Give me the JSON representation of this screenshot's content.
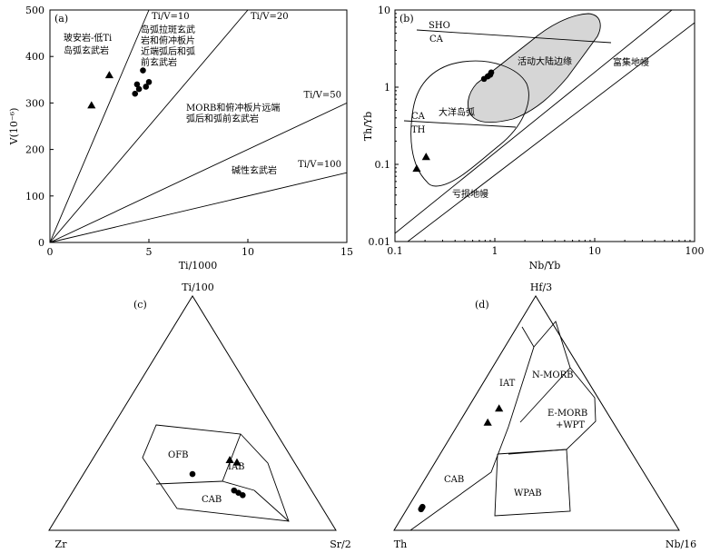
{
  "chart_data": [
    {
      "panel": "(a)",
      "type": "scatter",
      "xlabel": "Ti/1000",
      "ylabel": "V(10⁻⁶)",
      "xlim": [
        0,
        15
      ],
      "ylim": [
        0,
        500
      ],
      "xticks": [
        "0",
        "5",
        "10",
        "15"
      ],
      "yticks": [
        "0",
        "100",
        "200",
        "300",
        "400",
        "500"
      ],
      "ratio_lines": [
        {
          "label": "Ti/V=10",
          "ratio": 10
        },
        {
          "label": "Ti/V=20",
          "ratio": 20
        },
        {
          "label": "Ti/V=50",
          "ratio": 50
        },
        {
          "label": "Ti/V=100",
          "ratio": 100
        }
      ],
      "field_labels": [
        "玻安岩-低Ti岛弧玄武岩",
        "岛弧拉斑玄武岩和俯冲板片近端弧后和弧前玄武岩",
        "MORB和俯冲板片远端弧后和弧前玄武岩",
        "碱性玄武岩"
      ],
      "series": [
        {
          "marker": "triangle",
          "points": [
            [
              2.1,
              295
            ],
            [
              3.0,
              360
            ]
          ]
        },
        {
          "marker": "circle",
          "points": [
            [
              4.7,
              370
            ],
            [
              4.4,
              340
            ],
            [
              4.5,
              330
            ],
            [
              4.3,
              320
            ],
            [
              5.0,
              345
            ],
            [
              4.85,
              335
            ]
          ]
        }
      ]
    },
    {
      "panel": "(b)",
      "type": "scatter",
      "xlabel": "Nb/Yb",
      "ylabel": "Th/Yb",
      "xscale": "log",
      "yscale": "log",
      "xlim": [
        0.1,
        100
      ],
      "ylim": [
        0.01,
        10
      ],
      "xticks": [
        "0.1",
        "1",
        "10",
        "100"
      ],
      "yticks": [
        "0.01",
        "0.1",
        "1",
        "10"
      ],
      "field_labels": [
        "SHO",
        "CA",
        "CA",
        "TH",
        "活动大陆边缘",
        "大洋岛弧",
        "富集地幔",
        "亏损地幔"
      ],
      "series": [
        {
          "marker": "triangle",
          "points": [
            [
              0.165,
              0.088
            ],
            [
              0.205,
              0.125
            ]
          ]
        },
        {
          "marker": "circle",
          "points": [
            [
              0.78,
              1.28
            ],
            [
              0.85,
              1.38
            ],
            [
              0.9,
              1.45
            ],
            [
              0.92,
              1.55
            ]
          ]
        }
      ]
    },
    {
      "panel": "(c)",
      "type": "scatter",
      "ternary_apices": [
        "Ti/100",
        "Zr",
        "Sr/2"
      ],
      "field_labels": [
        "OFB",
        "IAB",
        "CAB"
      ],
      "series": [
        {
          "marker": "triangle",
          "points": [
            [
              0.3,
              0.22,
              0.48
            ],
            [
              0.29,
              0.2,
              0.51
            ]
          ]
        },
        {
          "marker": "circle",
          "points": [
            [
              0.24,
              0.38,
              0.38
            ],
            [
              0.17,
              0.27,
              0.56
            ],
            [
              0.16,
              0.26,
              0.58
            ],
            [
              0.15,
              0.25,
              0.6
            ]
          ]
        }
      ]
    },
    {
      "panel": "(d)",
      "type": "scatter",
      "ternary_apices": [
        "Hf/3",
        "Th",
        "Nb/16"
      ],
      "field_labels": [
        "IAT",
        "N-MORB",
        "E-MORB\n+WPT",
        "WPAB",
        "CAB"
      ],
      "series": [
        {
          "marker": "triangle",
          "points": [
            [
              0.52,
              0.37,
              0.11
            ],
            [
              0.46,
              0.44,
              0.1
            ]
          ]
        },
        {
          "marker": "circle",
          "points": [
            [
              0.1,
              0.85,
              0.05
            ],
            [
              0.09,
              0.86,
              0.05
            ],
            [
              0.095,
              0.855,
              0.05
            ]
          ]
        }
      ]
    }
  ]
}
